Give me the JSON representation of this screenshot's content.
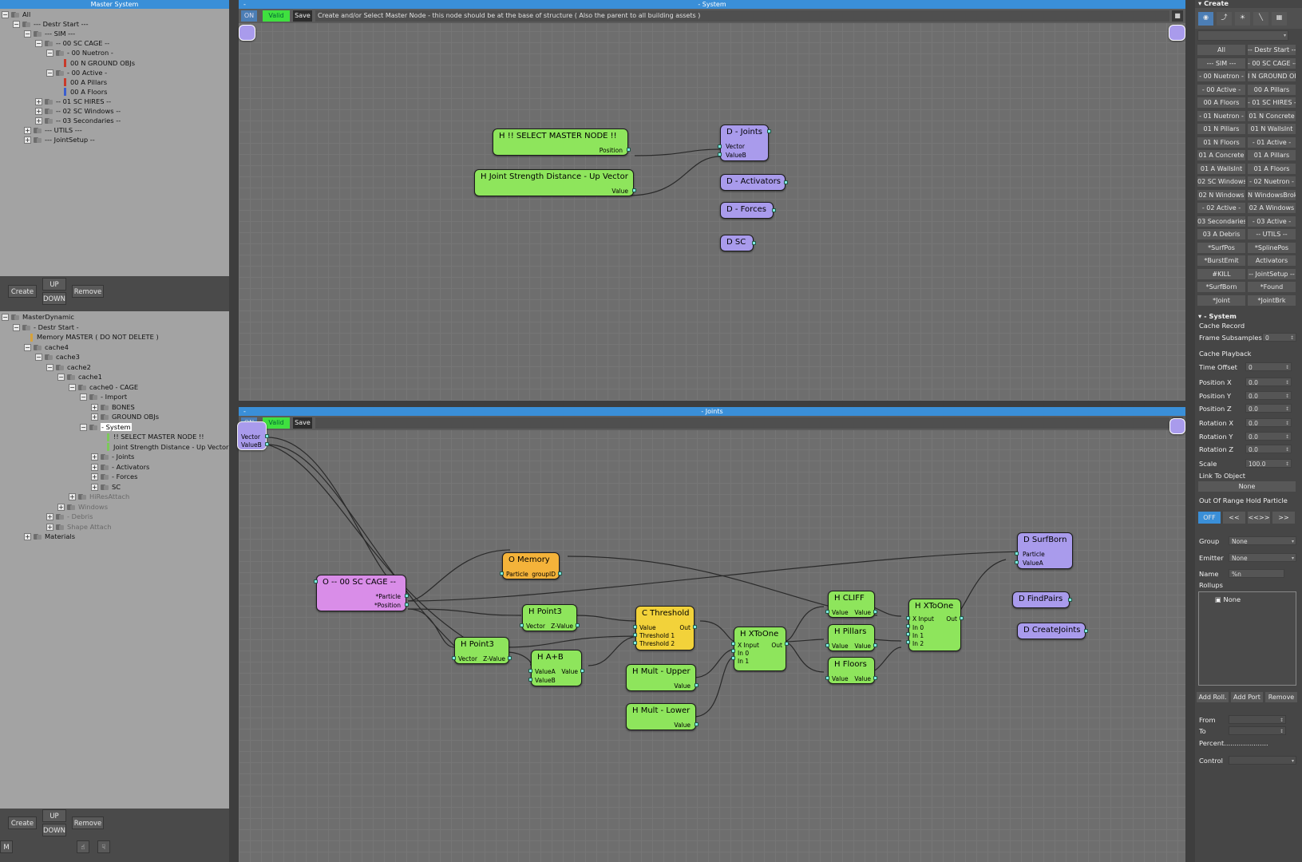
{
  "master_panel": {
    "title": "Master System",
    "tree": [
      {
        "label": "All",
        "expander": "-",
        "dim": false
      },
      {
        "label": "--- Destr Start ---",
        "expander": "-",
        "dim": false
      },
      {
        "label": "--- SIM ---",
        "expander": "-",
        "dim": false
      },
      {
        "label": "-- 00 SC CAGE --",
        "expander": "-",
        "dim": false
      },
      {
        "label": "- 00 Nuetron -",
        "expander": "-",
        "dim": false
      },
      {
        "label": "00 N GROUND OBJs",
        "expander": "",
        "dim": false,
        "bar": "#c83a2a"
      },
      {
        "label": "- 00 Active -",
        "expander": "-",
        "dim": false
      },
      {
        "label": "00 A Pillars",
        "expander": "",
        "dim": false,
        "bar": "#c83a2a"
      },
      {
        "label": "00 A Floors",
        "expander": "",
        "dim": false,
        "bar": "#3a5ed0"
      },
      {
        "label": "-- 01 SC HIRES --",
        "expander": "+",
        "dim": false
      },
      {
        "label": "-- 02 SC Windows --",
        "expander": "+",
        "dim": false
      },
      {
        "label": "-- 03 Secondaries --",
        "expander": "+",
        "dim": false
      },
      {
        "label": "--- UTILS ---",
        "expander": "+",
        "dim": false
      },
      {
        "label": "--- JointSetup --",
        "expander": "+",
        "dim": false
      }
    ],
    "buttons": {
      "create": "Create",
      "up": "UP",
      "down": "DOWN",
      "remove": "Remove"
    }
  },
  "dynamic_panel": {
    "tree": [
      {
        "label": "MasterDynamic",
        "expander": "-",
        "dim": false
      },
      {
        "label": "- Destr Start -",
        "expander": "-",
        "dim": false
      },
      {
        "label": "Memory MASTER ( DO NOT DELETE )",
        "expander": "",
        "dim": false,
        "bar": "#d6a13a"
      },
      {
        "label": "cache4",
        "expander": "-",
        "dim": false
      },
      {
        "label": "cache3",
        "expander": "-",
        "dim": false
      },
      {
        "label": "cache2",
        "expander": "-",
        "dim": false
      },
      {
        "label": "cache1",
        "expander": "-",
        "dim": false
      },
      {
        "label": "cache0 - CAGE",
        "expander": "-",
        "dim": false
      },
      {
        "label": "- Import",
        "expander": "-",
        "dim": false
      },
      {
        "label": "BONES",
        "expander": "+",
        "dim": false
      },
      {
        "label": "GROUND OBJs",
        "expander": "+",
        "dim": false
      },
      {
        "label": "- System",
        "expander": "-",
        "dim": false,
        "selected": true
      },
      {
        "label": "!! SELECT MASTER NODE !!",
        "expander": "",
        "dim": false,
        "bar": "#7bc95a"
      },
      {
        "label": "Joint Strength Distance - Up Vector",
        "expander": "",
        "dim": false,
        "bar": "#7bc95a"
      },
      {
        "label": "- Joints",
        "expander": "+",
        "dim": false
      },
      {
        "label": "- Activators",
        "expander": "+",
        "dim": false
      },
      {
        "label": "- Forces",
        "expander": "+",
        "dim": false
      },
      {
        "label": "SC",
        "expander": "+",
        "dim": false
      },
      {
        "label": "HiResAttach",
        "expander": "+",
        "dim": true
      },
      {
        "label": "Windows",
        "expander": "+",
        "dim": true
      },
      {
        "label": "- Debris",
        "expander": "+",
        "dim": true
      },
      {
        "label": "Shape Attach",
        "expander": "+",
        "dim": true
      },
      {
        "label": "Materials",
        "expander": "+",
        "dim": false
      }
    ],
    "buttons": {
      "create": "Create",
      "up": "UP",
      "down": "DOWN",
      "remove": "Remove",
      "m": "M"
    }
  },
  "system_graph": {
    "title": "- System",
    "dash": "-",
    "on": "ON",
    "valid": "Valid",
    "save": "Save",
    "hint": "Create and/or Select Master Node - this node should be at the base of structure ( Also the parent to all building assets )",
    "nodes": {
      "select_master": {
        "title": "H !! SELECT MASTER NODE !!",
        "port": "Position"
      },
      "joint_strength": {
        "title": "H Joint Strength Distance - Up Vector",
        "port": "Value"
      },
      "joints": {
        "title": "D - Joints",
        "port1": "Vector",
        "port2": "ValueB"
      },
      "activators": {
        "title": "D - Activators"
      },
      "forces": {
        "title": "D - Forces"
      },
      "sc": {
        "title": "D SC"
      }
    }
  },
  "joints_graph": {
    "title": "- Joints",
    "dash": "-",
    "on": "ON",
    "valid": "Valid",
    "save": "Save",
    "nodes": {
      "input": {
        "port1": "Vector",
        "port2": "ValueB"
      },
      "sc_cage": {
        "title": "O -- 00 SC CAGE --",
        "port1": "*Particle",
        "port2": "*Position"
      },
      "memory": {
        "title": "O Memory",
        "port1": "Particle",
        "port2": "groupID"
      },
      "point3a": {
        "title": "H Point3",
        "port1": "Vector",
        "port2": "Z-Value"
      },
      "point3b": {
        "title": "H Point3",
        "port1": "Vector",
        "port2": "Z-Value"
      },
      "apb": {
        "title": "H A+B",
        "port1": "ValueA",
        "port2": "ValueB",
        "out": "Value"
      },
      "threshold": {
        "title": "C Threshold",
        "port1": "Value",
        "port2": "Threshold 1",
        "port3": "Threshold 2",
        "out": "Out"
      },
      "mult_upper": {
        "title": "H Mult - Upper",
        "out": "Value"
      },
      "mult_lower": {
        "title": "H Mult - Lower",
        "out": "Value"
      },
      "xtoone1": {
        "title": "H XToOne",
        "port1": "X Input",
        "port2": "In 0",
        "port3": "In 1",
        "out": "Out"
      },
      "cliff": {
        "title": "H CLIFF",
        "in": "Value",
        "out": "Value"
      },
      "pillars": {
        "title": "H Pillars",
        "in": "Value",
        "out": "Value"
      },
      "floors": {
        "title": "H Floors",
        "in": "Value",
        "out": "Value"
      },
      "xtoone2": {
        "title": "H XToOne",
        "port1": "X Input",
        "port2": "In 0",
        "port3": "In 1",
        "port4": "In 2",
        "out": "Out"
      },
      "surfborn": {
        "title": "D SurfBorn",
        "port1": "Particle",
        "port2": "ValueA"
      },
      "findpairs": {
        "title": "D FindPairs"
      },
      "createjoints": {
        "title": "D CreateJoints"
      }
    }
  },
  "right_panel": {
    "create_title": "Create",
    "preset_buttons": [
      "All",
      "-- Destr Start --",
      "--- SIM ---",
      "- 00 SC CAGE --",
      "- 00 Nuetron -",
      "I N GROUND OB",
      "- 00 Active -",
      "00 A Pillars",
      "00 A Floors",
      "- 01 SC HIRES -",
      "- 01 Nuetron -",
      "01 N Concrete",
      "01 N Pillars",
      "01 N WallsInt",
      "01 N Floors",
      "- 01 Active -",
      "01 A Concrete",
      "01 A Pillars",
      "01 A WallsInt",
      "01 A Floors",
      "02 SC Windows",
      "- 02 Nuetron -",
      "02 N Windows",
      "N WindowsBrok",
      "- 02 Active -",
      "02 A Windows",
      "03 Secondaries",
      "- 03 Active -",
      "03 A Debris",
      "-- UTILS --",
      "*SurfPos",
      "*SplinePos",
      "*BurstEmit",
      "Activators",
      "#KILL",
      "-- JointSetup --",
      "*SurfBorn",
      "*Found",
      "*Joint",
      "*JointBrk"
    ],
    "system_title": "- System",
    "cache_record": "Cache Record",
    "frame_subsamples": {
      "label": "Frame Subsamples",
      "value": "0"
    },
    "cache_playback": "Cache Playback",
    "fields": [
      {
        "label": "Time Offset",
        "value": "0"
      },
      {
        "label": "Position X",
        "value": "0.0"
      },
      {
        "label": "Position Y",
        "value": "0.0"
      },
      {
        "label": "Position Z",
        "value": "0.0"
      },
      {
        "label": "Rotation X",
        "value": "0.0"
      },
      {
        "label": "Rotation Y",
        "value": "0.0"
      },
      {
        "label": "Rotation Z",
        "value": "0.0"
      },
      {
        "label": "Scale",
        "value": "100.0"
      }
    ],
    "link_to_object": "Link To Object",
    "link_value": "None",
    "out_of_range": "Out Of Range Hold Particle",
    "range_buttons": [
      "OFF",
      "<<",
      "<<>>",
      ">>"
    ],
    "group": {
      "label": "Group",
      "value": "None"
    },
    "emitter": {
      "label": "Emitter",
      "value": "None"
    },
    "name": {
      "label": "Name",
      "value": "%n"
    },
    "rollups": "Rollups",
    "rollups_item": "None",
    "rollup_buttons": [
      "Add Roll.",
      "Add Port",
      "Remove"
    ],
    "from": "From",
    "to": "To",
    "percent": "Percent.....................",
    "control": "Control",
    "accent": "#3a8fd8"
  }
}
